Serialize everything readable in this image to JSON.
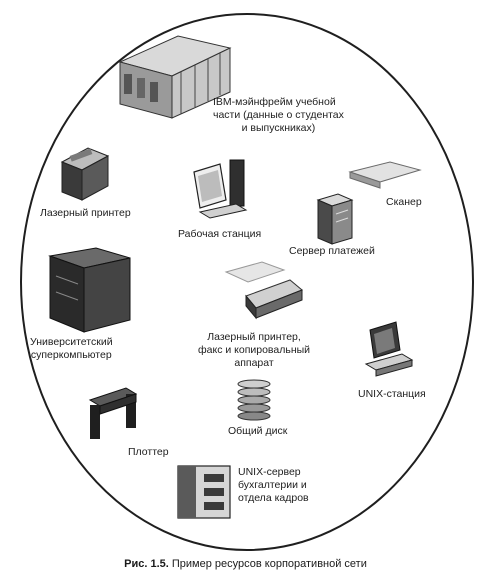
{
  "labels": {
    "mainframe": [
      "IBM-мэйнфрейм учебной",
      "части (данные о студентах",
      "и выпускниках)"
    ],
    "laser_printer": "Лазерный принтер",
    "workstation": "Рабочая станция",
    "scanner": "Сканер",
    "payment_server": "Сервер платежей",
    "supercomputer": [
      "Университетский",
      "суперкомпьютер"
    ],
    "laser_printer_fax": [
      "Лазерный принтер,",
      "факс и копировальный",
      "аппарат"
    ],
    "unix_station": "UNIX-станция",
    "plotter": "Плоттер",
    "shared_disk": "Общий диск",
    "unix_server": [
      "UNIX-сервер",
      "бухгалтерии и",
      "отдела кадров"
    ]
  },
  "caption": {
    "number": "Рис. 1.5.",
    "text": "Пример ресурсов корпоративной сети"
  }
}
